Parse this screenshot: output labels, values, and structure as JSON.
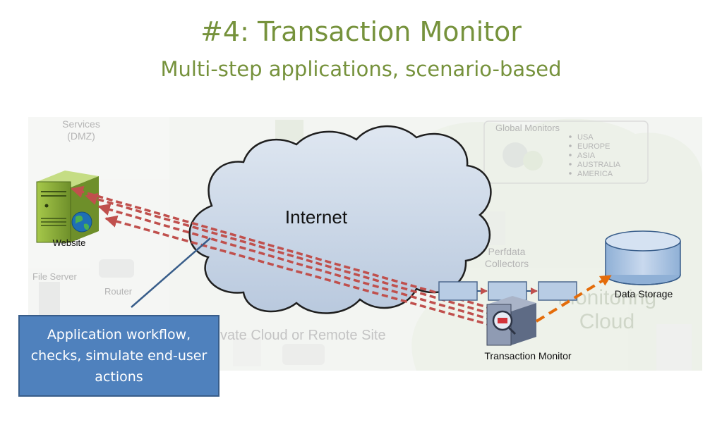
{
  "slide": {
    "title": "#4: Transaction Monitor",
    "subtitle": "Multi-step applications, scenario-based"
  },
  "diagram": {
    "background_labels": {
      "services": [
        "Services",
        "(DMZ)"
      ],
      "file_server": "File Server",
      "router": "Router",
      "global_monitors": "Global Monitors",
      "regions": [
        "USA",
        "EUROPE",
        "ASIA",
        "AUSTRALIA",
        "AMERICA"
      ],
      "perfdata": [
        "Perfdata",
        "Collectors"
      ],
      "monitoring_cloud": [
        "Monitoring",
        "Cloud"
      ],
      "private_cloud": "vate Cloud or Remote Site"
    },
    "internet_label": "Internet",
    "website_label": "Website",
    "data_storage_label": "Data Storage",
    "transaction_monitor_label": "Transaction Monitor",
    "colors": {
      "dashed_link": "#c0504d",
      "storage_link": "#e46c0a",
      "cloud_fill": "#c6d4e6",
      "server_green": "#8fb339",
      "storage_blue": "#b8cce4",
      "pointer_line": "#385d8a"
    }
  },
  "callout": {
    "text": "Application workflow, checks, simulate end-user actions"
  }
}
